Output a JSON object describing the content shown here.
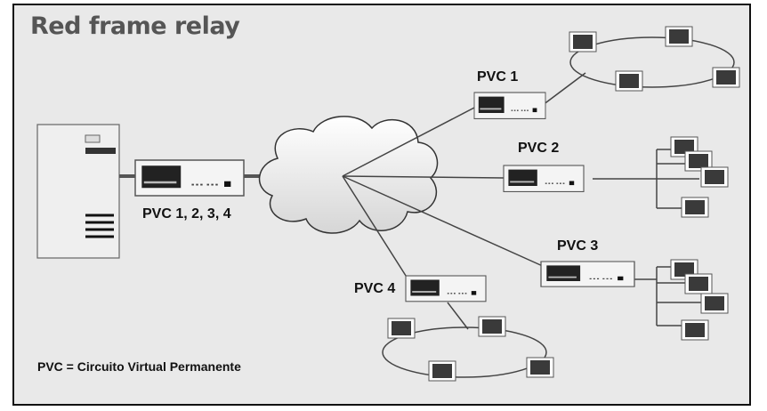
{
  "title": "Red frame relay",
  "labels": {
    "pvc_hub": "PVC 1, 2, 3, 4",
    "pvc1": "PVC 1",
    "pvc2": "PVC 2",
    "pvc3": "PVC 3",
    "pvc4": "PVC 4"
  },
  "footnote": "PVC = Circuito Virtual Permanente"
}
